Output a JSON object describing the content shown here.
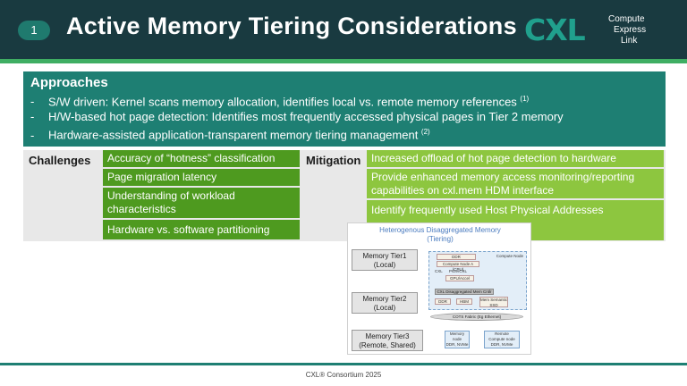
{
  "slide_number": "1",
  "title": "Active Memory Tiering Considerations",
  "logo": {
    "mark": "CXL",
    "line1": "Compute",
    "line2": "Express",
    "line3": "Link",
    "mark_color": "#20a08d"
  },
  "approaches": {
    "heading": "Approaches",
    "items": [
      {
        "bullet": "-",
        "text": "S/W driven: Kernel scans memory allocation, identifies local vs. remote memory references ",
        "ref": "(1)"
      },
      {
        "bullet": "-",
        "text": "H/W-based hot page detection: Identifies most frequently accessed physical pages in Tier 2 memory",
        "ref": ""
      },
      {
        "bullet": "-",
        "text": "Hardware-assisted application-transparent memory tiering management ",
        "ref": "(2)"
      }
    ]
  },
  "challenges": {
    "label": "Challenges",
    "items": [
      "Accuracy of “hotness” classification",
      "Page migration latency",
      "Understanding of workload characteristics",
      "Hardware vs. software partitioning"
    ]
  },
  "mitigation": {
    "label": "Mitigation",
    "items": [
      "Increased offload of hot page detection to hardware",
      "Provide enhanced memory access monitoring/reporting capabilities on cxl.mem HDM interface",
      "Identify frequently used Host Physical Addresses"
    ]
  },
  "diagram": {
    "title_line1": "Heterogenous Disaggregated Memory",
    "title_line2": "(Tiering)",
    "tier1": {
      "line1": "Memory Tier1",
      "line2": "(Local)"
    },
    "tier2": {
      "line1": "Memory Tier2",
      "line2": "(Local)"
    },
    "tier3": {
      "line1": "Memory Tier3",
      "line2": "(Remote, Shared)"
    },
    "compute_node_label": "Compute Node",
    "ddr": "DDR",
    "compute_node_a": "Compute Node A (CPU)",
    "cxl": "CXL",
    "pcie_cxl": "PCIe/CXL",
    "gpu": "GPU/Accel",
    "cxl_mem_ctrl": "CXL Disaggregated Mem Cntlr",
    "ddr2": "DDR",
    "hbm": "HBM",
    "mem_semantic_ssd": "Mem Semantic SSD",
    "fabric": "COTS Fabric (Eg Ethernet)",
    "memory_node_line1": "Memory",
    "memory_node_line2": "node",
    "memory_node_line3": "DDR, NVMe",
    "remote_node_line1": "Remote",
    "remote_node_line2": "Compute node",
    "remote_node_line3": "DDR, NVMe"
  },
  "footer": "CXL® Consortium 2025",
  "colors": {
    "header": "#193a40",
    "teal": "#1e7f73",
    "green_dark": "#4e9a1f",
    "green_light": "#8dc63f",
    "rule_green": "#3fae63"
  }
}
